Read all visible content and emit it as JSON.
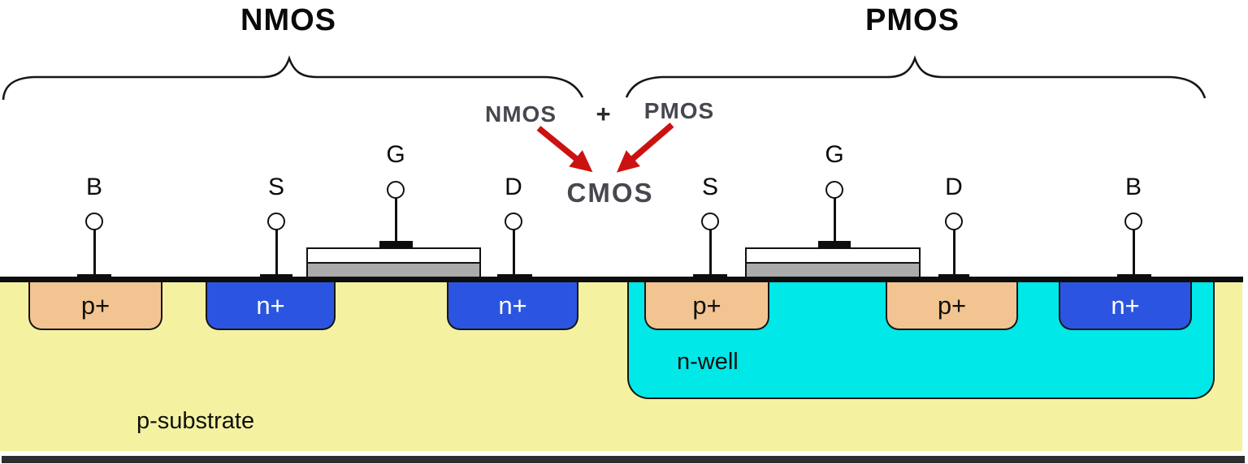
{
  "sections": {
    "nmos": {
      "title": "NMOS"
    },
    "pmos": {
      "title": "PMOS"
    }
  },
  "equation": {
    "left": "NMOS",
    "operator": "+",
    "right": "PMOS",
    "result": "CMOS"
  },
  "nmos": {
    "terminals": {
      "bulk": "B",
      "source": "S",
      "gate": "G",
      "drain": "D"
    },
    "regions": {
      "bulk_contact": "p+",
      "source": "n+",
      "drain": "n+"
    }
  },
  "pmos": {
    "terminals": {
      "source": "S",
      "gate": "G",
      "drain": "D",
      "bulk": "B"
    },
    "regions": {
      "source": "p+",
      "drain": "p+",
      "bulk_contact": "n+"
    },
    "well_label": "n-well"
  },
  "substrate": {
    "label": "p-substrate"
  },
  "colors": {
    "p_plus_fill": "#f2c491",
    "n_plus_fill": "#2b55e0",
    "n_well_fill": "#00e8e8",
    "substrate_fill": "#f4f2a0",
    "gate_gray": "#ababab",
    "arrow_red": "#cc1111",
    "annotation_gray": "#47474f"
  }
}
